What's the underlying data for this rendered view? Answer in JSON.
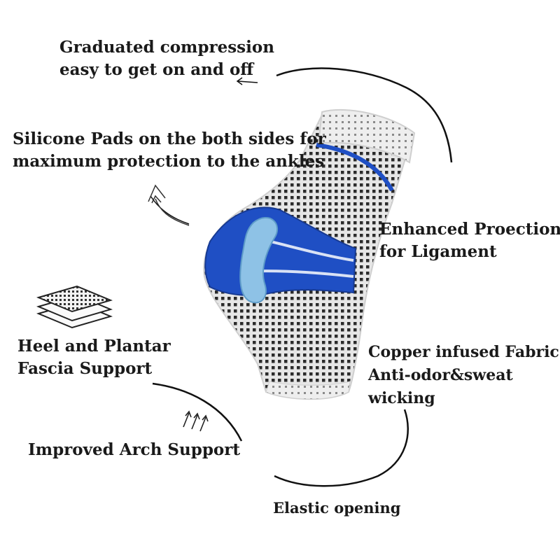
{
  "labels": {
    "graduated": {
      "line1": "Graduated compression",
      "line2": "easy to get on and off"
    },
    "silicone": {
      "line1": "Silicone Pads on the both sides for",
      "line2": "maximum protection to the ankles"
    },
    "enhanced": {
      "line1": "Enhanced Proection",
      "line2": "for Ligament"
    },
    "heel": {
      "line1": "Heel and Plantar",
      "line2": "Fascia Support"
    },
    "copper": {
      "line1": "Copper infused Fabric",
      "line2": "Anti-odor&sweat",
      "line3": "wicking"
    },
    "arch": {
      "line1": "Improved Arch Support"
    },
    "elastic": {
      "line1": "Elastic opening"
    }
  },
  "colors": {
    "sleeve_base": "#e3e3e3",
    "knit_dot": "#2b2b2b",
    "band_blue": "#1f4fc4",
    "pad_blue": "#8ec2e6",
    "text": "#1a1a1a"
  },
  "icons": [
    "curved-arrow-up-icon",
    "layered-mesh-icon",
    "arch-arrows-icon"
  ]
}
